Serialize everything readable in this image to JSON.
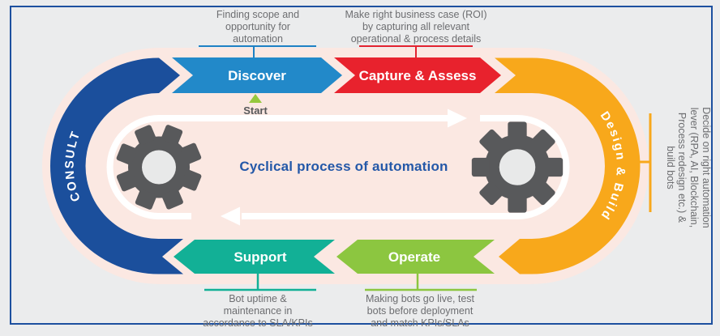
{
  "diagram": {
    "title": "Cyclical process of automation",
    "start_label": "Start",
    "stages": {
      "consult": "CONSULT",
      "discover": "Discover",
      "capture_assess": "Capture & Assess",
      "design_build": "Design & Build",
      "operate": "Operate",
      "support": "Support"
    },
    "annotations": {
      "discover": "Finding scope and\nopportunity for\nautomation",
      "capture_assess": "Make right business case (ROI)\nby capturing all relevant\noperational & process details",
      "design_build": "Decide on right automation\nlever (RPA, AI, Blockchain,\nProcess redesign etc.) &\nbuild bots",
      "support": "Bot uptime &\nmaintenance in\naccordance to SLA/KPIs",
      "operate": "Making bots go live, test\nbots before deployment\nand match KPIs/SLAs"
    },
    "colors": {
      "consult_blue": "#1b4f9c",
      "discover_blue": "#2289c9",
      "capture_red": "#e8222d",
      "design_orange": "#f8a81b",
      "operate_green": "#8cc640",
      "support_teal": "#12b096",
      "start_green": "#95c83e",
      "inner_bg_pink": "#fbe8e2",
      "outer_bg_gray": "#ebeced",
      "frame_border_blue": "#1d509f",
      "gear_gray": "#58595b",
      "gear_hole_gray": "#e8e9e9",
      "loop_white": "#ffffff",
      "title_blue": "#2458a8",
      "annotation_gray": "#6d6e71",
      "discover_line": "#1e81c4",
      "capture_line": "#e32330",
      "support_line": "#12b096",
      "operate_line": "#8cc640",
      "design_line": "#f8a81b"
    }
  }
}
